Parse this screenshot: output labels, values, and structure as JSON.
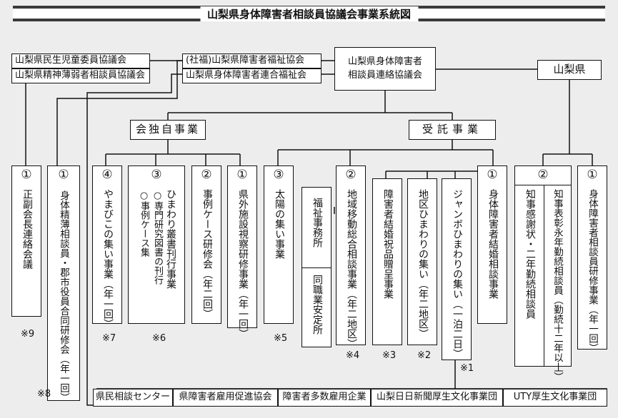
{
  "title": "山梨県身体障害者相談員協議会事業系統図",
  "top": {
    "left_a": "山梨県民生児童委員協議会",
    "left_b": "山梨県精神薄弱者相談員協議会",
    "mid_a": "(社福)山梨県障害者福祉協会",
    "mid_b": "山梨県身体障害者連合福祉会",
    "center_line1": "山梨県身体障害者",
    "center_line2": "相談員連絡協議会",
    "right": "山梨県"
  },
  "groups": {
    "own": "会独自事業",
    "contract": "受託事業"
  },
  "items": [
    {
      "num": "①",
      "text": "正副会長連絡会議",
      "note": "※9"
    },
    {
      "num": "①",
      "text": "身体精薄相談員・郡市役員合同研修会（年一回）",
      "note": "※8"
    },
    {
      "num": "④",
      "text": "やまびこの集い事業（年一回）",
      "note": "※7"
    },
    {
      "num": "③",
      "text": "ひまわり叢書刊行事業",
      "text2": "○専門研究図書の刊行",
      "text3": "○事例ケース集",
      "note": "※6"
    },
    {
      "num": "②",
      "text": "事例ケース研修会（年二回）"
    },
    {
      "num": "①",
      "text": "県外施設視察研修事業（年一回）"
    },
    {
      "num": "③",
      "text": "太陽の集い事業",
      "note": "※5"
    },
    {
      "text": "福祉事務所",
      "text2": "同職業安定所"
    },
    {
      "num": "②",
      "text": "地域移動総合相談事業（年二地区）",
      "note": "※4"
    },
    {
      "text": "障害者結婚祝品贈呈事業",
      "note": "※3"
    },
    {
      "text": "地区ひまわりの集い（年二地区）",
      "note": "※2"
    },
    {
      "text": "ジャンボひまわりの集い（一泊二日）",
      "note": "※1"
    },
    {
      "num": "①",
      "text": "身体障害者結婚相談事業"
    },
    {
      "num": "②",
      "text": "知事感謝状・二年勤続相談員",
      "text2": "知事表彰永年勤続相談員（勤続十二年以上）"
    },
    {
      "num": "①",
      "text": "身体障害者相談員研修事業（年一回）"
    }
  ],
  "bottom": [
    "県民相談センター",
    "県障害者雇用促進協会",
    "障害者多数雇用企業",
    "山梨日日新聞厚生文化事業団",
    "UTY厚生文化事業団"
  ]
}
